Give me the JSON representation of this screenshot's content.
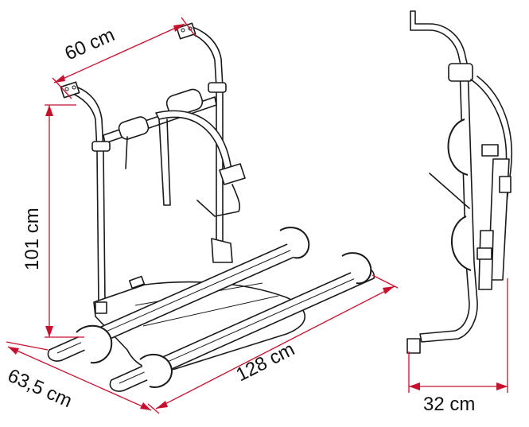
{
  "dimensions": {
    "width": "60 cm",
    "height": "101 cm",
    "depth": "63,5 cm",
    "length": "128 cm",
    "side_depth": "32 cm"
  },
  "colors": {
    "dimension_line": "#c8102e",
    "outline": "#1a1a1a",
    "background": "#ffffff"
  }
}
